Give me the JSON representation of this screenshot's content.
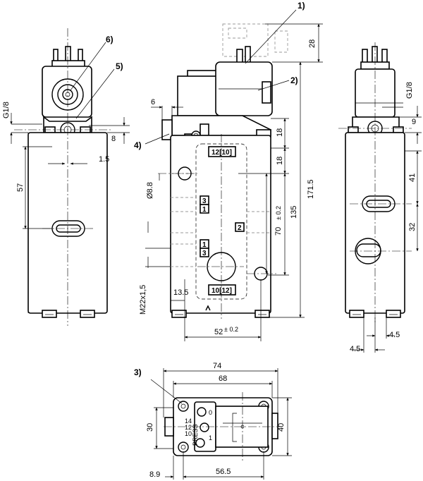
{
  "callouts": {
    "c1": "1)",
    "c2": "2)",
    "c3": "3)",
    "c4": "4)",
    "c5": "5)",
    "c6": "6)"
  },
  "left_view": {
    "d_g18": "G1/8",
    "d_8": "8",
    "d_1_5": "1.5",
    "d_57": "57"
  },
  "center_view": {
    "d_6": "6",
    "d_28": "28",
    "d_171_5": "171.5",
    "d_18a": "18",
    "d_18b": "18",
    "d_135": "135",
    "d_70": "70",
    "d_70_tol": "± 0.2",
    "d_dia": "Ø8.8",
    "d_m22": "M22x1,5",
    "d_13_5": "13.5",
    "d_52": "52",
    "d_52_tol": "± 0.2",
    "port_top": "12[10]",
    "port_bottom": "10[12]",
    "p3a": "3",
    "p1a": "1",
    "p2": "2",
    "p1b": "1",
    "p3b": "3"
  },
  "right_view": {
    "d_g18": "G1/8",
    "d_9": "9",
    "d_41": "41",
    "d_32": "32",
    "d_4_5a": "4.5",
    "d_4_5b": "4.5"
  },
  "bottom_view": {
    "d_74": "74",
    "d_68": "68",
    "d_30": "30",
    "d_40": "40",
    "d_8_9": "8.9",
    "d_56_5": "56.5",
    "lbl_14": "14",
    "lbl_12": "12",
    "lbl_10": "10",
    "lbl_press": "PRESS",
    "lbl_0": "0",
    "lbl_1": "1"
  }
}
